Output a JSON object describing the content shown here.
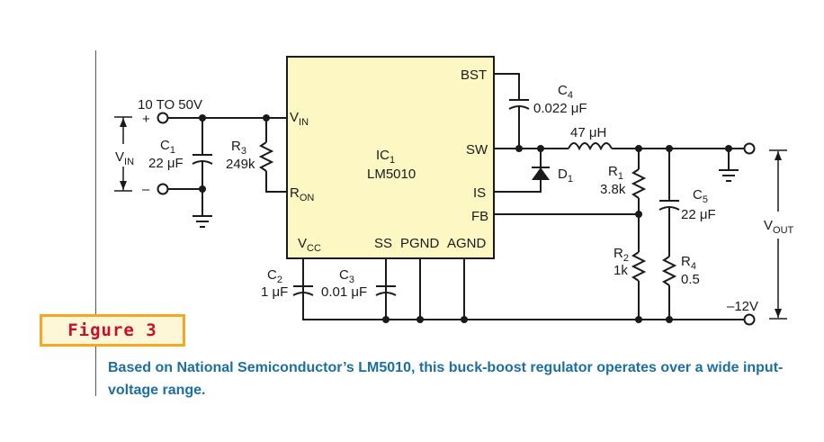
{
  "figure": {
    "tag": "Figure 3",
    "caption": "Based on National Semiconductor’s LM5010, this buck-boost regulator operates over a wide input-voltage range."
  },
  "colors": {
    "ic_fill": "#fdf7c4",
    "tag_border": "#f5a623",
    "tag_text": "#c8102e",
    "caption_text": "#1c6fa0"
  },
  "schematic": {
    "ic": {
      "ref": "IC",
      "ref_sub": "1",
      "part": "LM5010"
    },
    "pins": {
      "bst": "BST",
      "sw": "SW",
      "is": "IS",
      "fb": "FB",
      "vin": "V",
      "vin_sub": "IN",
      "ron": "R",
      "ron_sub": "ON",
      "vcc": "V",
      "vcc_sub": "CC",
      "ss": "SS",
      "pgnd": "PGND",
      "agnd": "AGND"
    },
    "input": {
      "range": "10 TO 50V",
      "label": "V",
      "label_sub": "IN",
      "plus": "+",
      "minus": "–"
    },
    "output": {
      "label": "V",
      "label_sub": "OUT",
      "voltage": "–12V"
    },
    "components": {
      "c1": {
        "ref": "C",
        "sub": "1",
        "value": "22 μF"
      },
      "r3": {
        "ref": "R",
        "sub": "3",
        "value": "249k"
      },
      "c4": {
        "ref": "C",
        "sub": "4",
        "value": "0.022 μF"
      },
      "l1": {
        "value": "47 μH"
      },
      "d1": {
        "ref": "D",
        "sub": "1"
      },
      "r1": {
        "ref": "R",
        "sub": "1",
        "value": "3.8k"
      },
      "c5": {
        "ref": "C",
        "sub": "5",
        "value": "22 μF"
      },
      "r2": {
        "ref": "R",
        "sub": "2",
        "value": "1k"
      },
      "r4": {
        "ref": "R",
        "sub": "4",
        "value": "0.5"
      },
      "c2": {
        "ref": "C",
        "sub": "2",
        "value": "1 μF"
      },
      "c3": {
        "ref": "C",
        "sub": "3",
        "value": "0.01 μF"
      }
    }
  }
}
